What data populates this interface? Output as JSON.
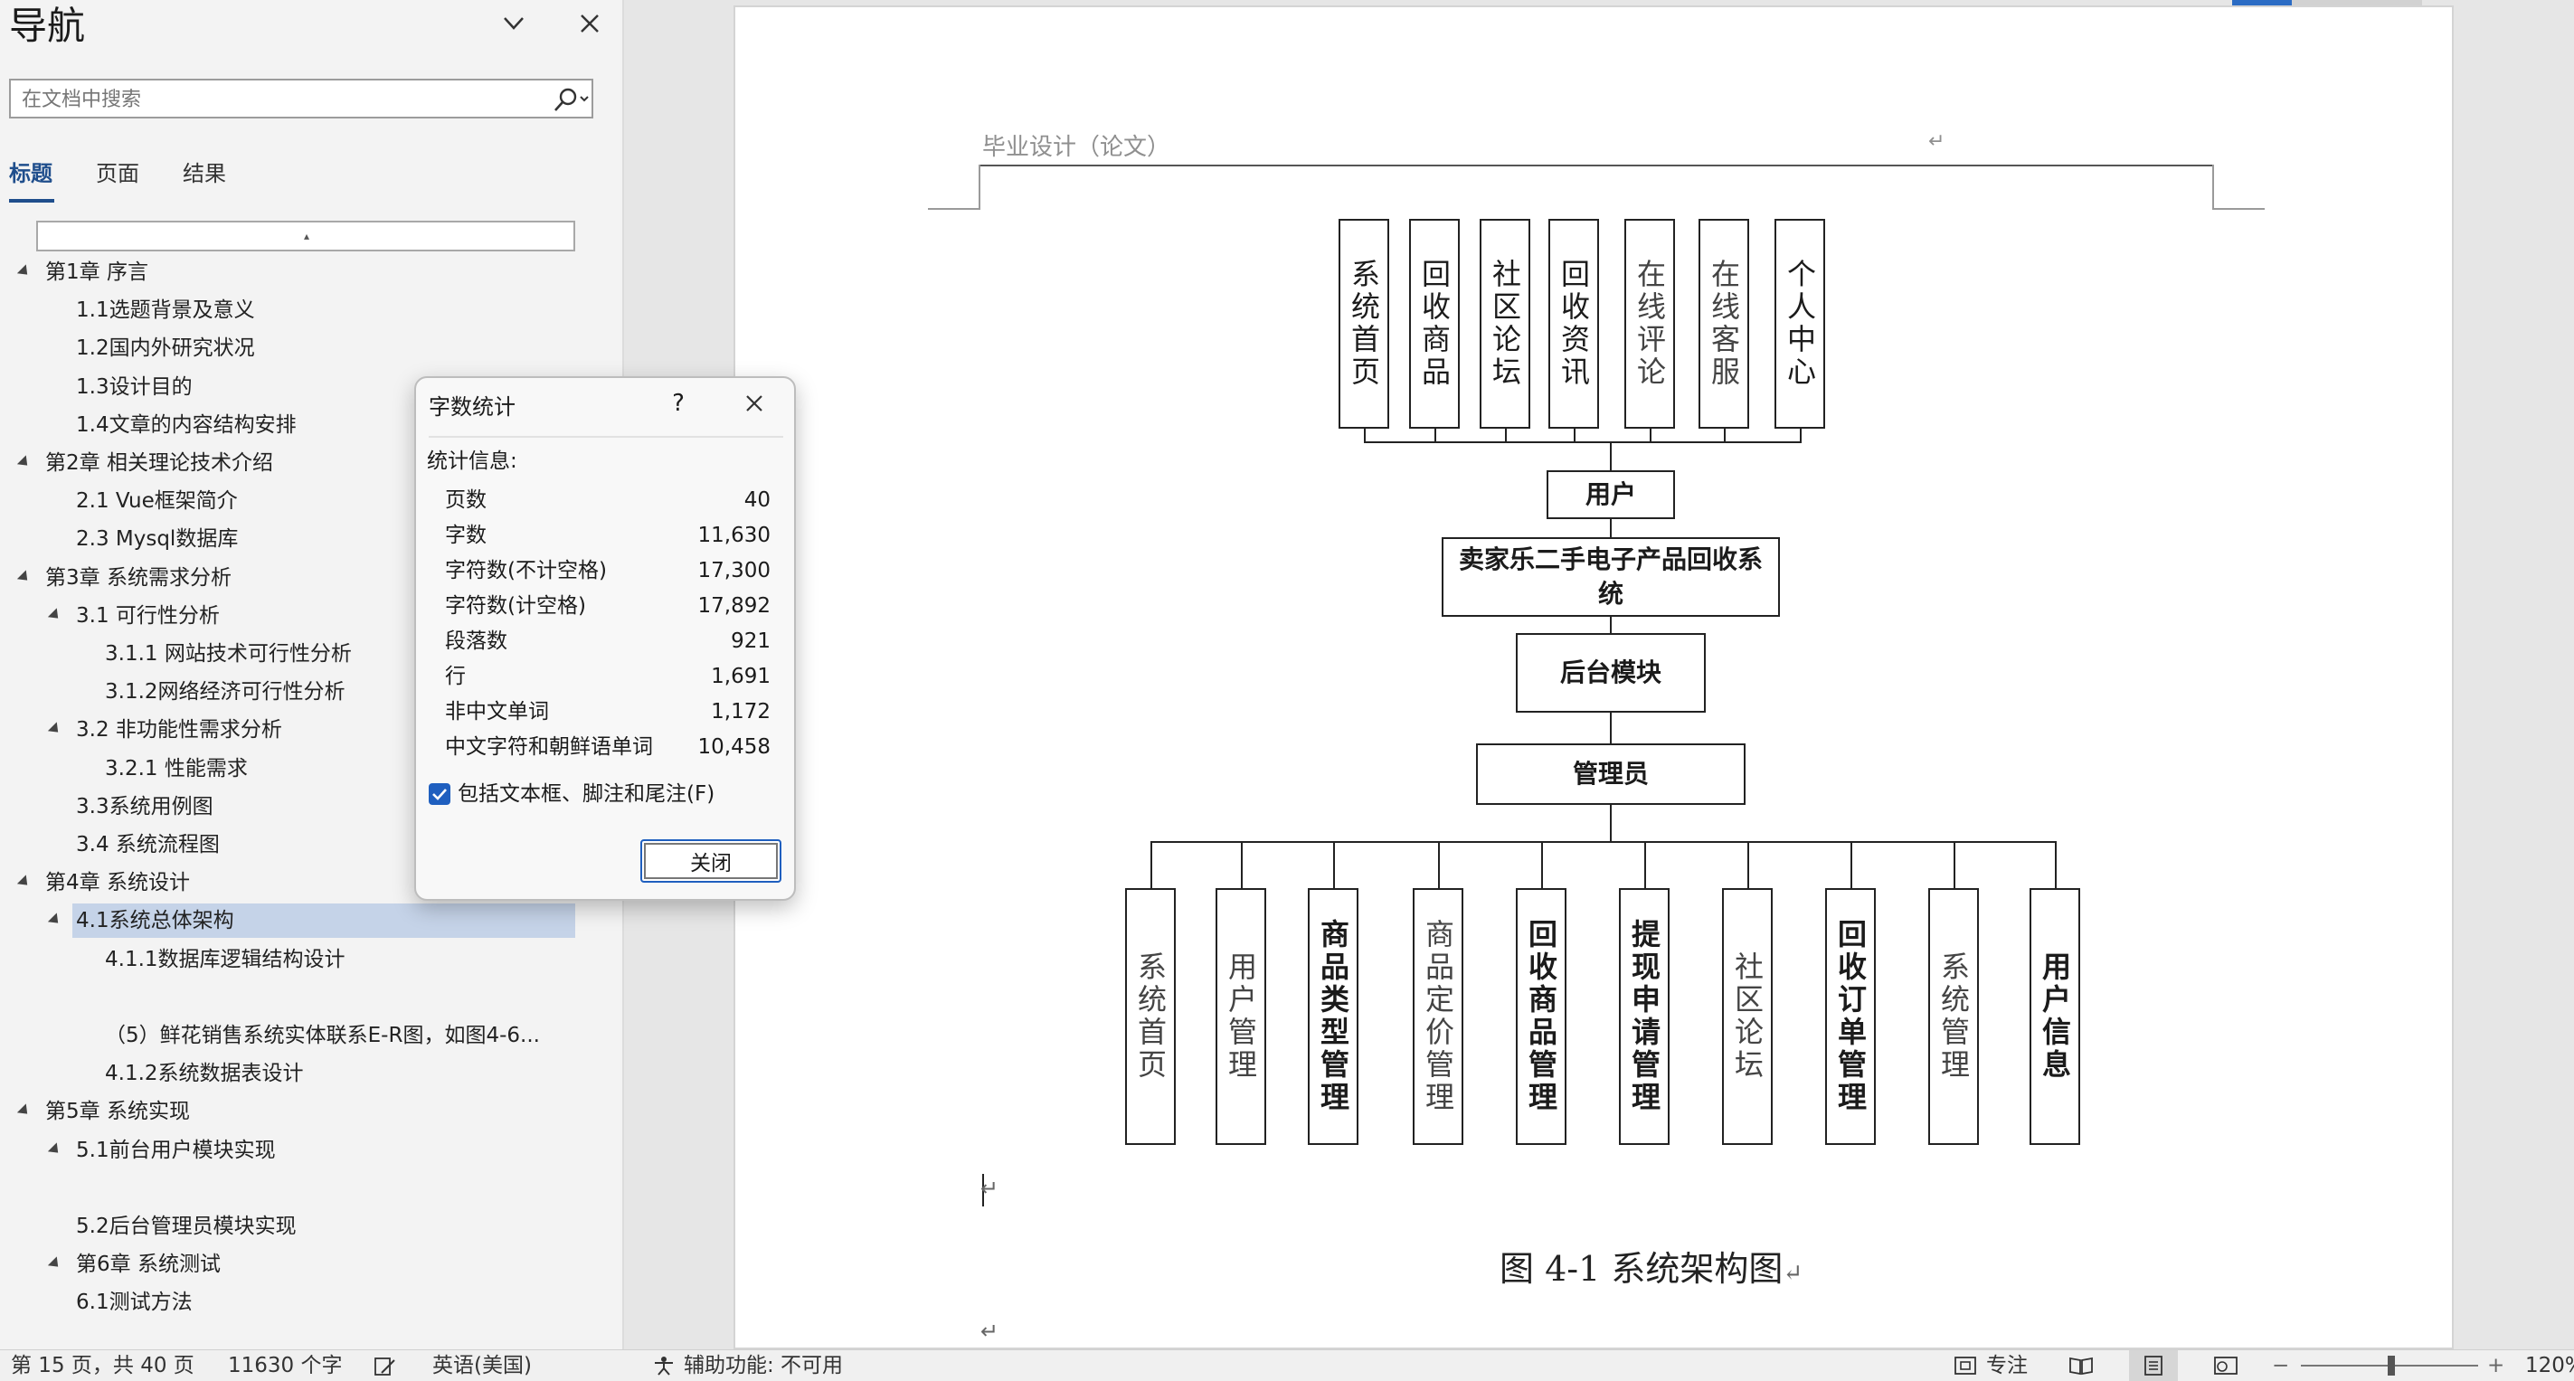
{
  "nav": {
    "title": "导航",
    "search_placeholder": "在文档中搜索",
    "tabs": [
      "标题",
      "页面",
      "结果"
    ],
    "tree": [
      {
        "label": "第1章 序言",
        "level": 0,
        "expanded": true
      },
      {
        "label": "1.1选题背景及意义",
        "level": 1
      },
      {
        "label": "1.2国内外研究状况",
        "level": 1
      },
      {
        "label": "1.3设计目的",
        "level": 1
      },
      {
        "label": "1.4文章的内容结构安排",
        "level": 1
      },
      {
        "label": "第2章  相关理论技术介绍",
        "level": 0,
        "expanded": true
      },
      {
        "label": "2.1 Vue框架简介",
        "level": 1
      },
      {
        "label": "2.3 Mysql数据库",
        "level": 1
      },
      {
        "label": "第3章  系统需求分析",
        "level": 0,
        "expanded": true
      },
      {
        "label": "3.1 可行性分析",
        "level": 1,
        "expanded": true
      },
      {
        "label": "3.1.1 网站技术可行性分析",
        "level": 2
      },
      {
        "label": "3.1.2网络经济可行性分析",
        "level": 2
      },
      {
        "label": "3.2 非功能性需求分析",
        "level": 1,
        "expanded": true
      },
      {
        "label": "3.2.1 性能需求",
        "level": 2
      },
      {
        "label": "3.3系统用例图",
        "level": 1
      },
      {
        "label": "3.4 系统流程图",
        "level": 1
      },
      {
        "label": "第4章  系统设计",
        "level": 0,
        "expanded": true
      },
      {
        "label": "4.1系统总体架构",
        "level": 1,
        "expanded": true,
        "selected": true
      },
      {
        "label": "4.1.1数据库逻辑结构设计",
        "level": 2
      },
      {
        "label": "",
        "level": 2
      },
      {
        "label": "（5）鲜花销售系统实体联系E-R图，如图4-6...",
        "level": 2
      },
      {
        "label": "4.1.2系统数据表设计",
        "level": 2
      },
      {
        "label": "第5章  系统实现",
        "level": 0,
        "expanded": true
      },
      {
        "label": "5.1前台用户模块实现",
        "level": 1,
        "expanded": true
      },
      {
        "label": "",
        "level": 1
      },
      {
        "label": "5.2后台管理员模块实现",
        "level": 1
      },
      {
        "label": "第6章  系统测试",
        "level": 1,
        "expanded": true
      },
      {
        "label": "6.1测试方法",
        "level": 1
      }
    ]
  },
  "document": {
    "header": "毕业设计（论文）",
    "top_modules": [
      "系统首页",
      "回收商品",
      "社区论坛",
      "回收资讯",
      "在线评论",
      "在线客服",
      "个人中心"
    ],
    "user_box": "用户",
    "system_box": "卖家乐二手电子产品回收系统",
    "backend_box": "后台模块",
    "admin_box": "管理员",
    "bottom_modules": [
      "系统首页",
      "用户管理",
      "商品类型管理",
      "商品定价管理",
      "回收商品管理",
      "提现申请管理",
      "社区论坛",
      "回收订单管理",
      "系统管理",
      "用户信息"
    ],
    "caption": "图  4-1 系统架构图",
    "para_mark": "↵"
  },
  "dialog": {
    "title": "字数统计",
    "help": "?",
    "stats_label": "统计信息:",
    "stats": [
      {
        "label": "页数",
        "value": "40"
      },
      {
        "label": "字数",
        "value": "11,630"
      },
      {
        "label": "字符数(不计空格)",
        "value": "17,300"
      },
      {
        "label": "字符数(计空格)",
        "value": "17,892"
      },
      {
        "label": "段落数",
        "value": "921"
      },
      {
        "label": "行",
        "value": "1,691"
      },
      {
        "label": "非中文单词",
        "value": "1,172"
      },
      {
        "label": "中文字符和朝鲜语单词",
        "value": "10,458"
      }
    ],
    "checkbox_label": "包括文本框、脚注和尾注(F)",
    "checkbox_checked": true,
    "close_button": "关闭"
  },
  "status": {
    "page": "第 15 页，共 40 页",
    "words": "11630 个字",
    "language": "英语(美国)",
    "accessibility": "辅助功能: 不可用",
    "focus": "专注",
    "zoom": "120%"
  },
  "colors": {
    "accent": "#1f4e8c",
    "selection": "#c5d3e8",
    "checkbox": "#1f5fbf"
  }
}
